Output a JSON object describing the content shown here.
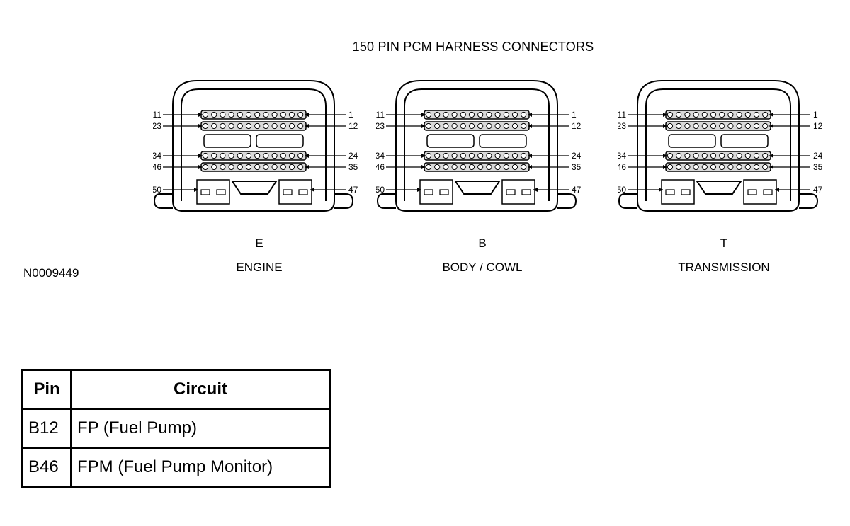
{
  "diagram": {
    "title": "150 PIN PCM HARNESS CONNECTORS",
    "reference_code": "N0009449",
    "connectors": [
      {
        "letter": "E",
        "name": "ENGINE"
      },
      {
        "letter": "B",
        "name": "BODY / COWL"
      },
      {
        "letter": "T",
        "name": "TRANSMISSION"
      }
    ],
    "pin_labels": {
      "row1_left": "11",
      "row1_right": "1",
      "row2_left": "23",
      "row2_right": "12",
      "row3_left": "34",
      "row3_right": "24",
      "row4_left": "46",
      "row4_right": "35",
      "lock_left": "50",
      "lock_right": "47"
    }
  },
  "pin_table": {
    "headers": [
      "Pin",
      "Circuit"
    ],
    "rows": [
      {
        "pin": "B12",
        "circuit": "FP (Fuel Pump)"
      },
      {
        "pin": "B46",
        "circuit": "FPM (Fuel Pump Monitor)"
      }
    ]
  }
}
